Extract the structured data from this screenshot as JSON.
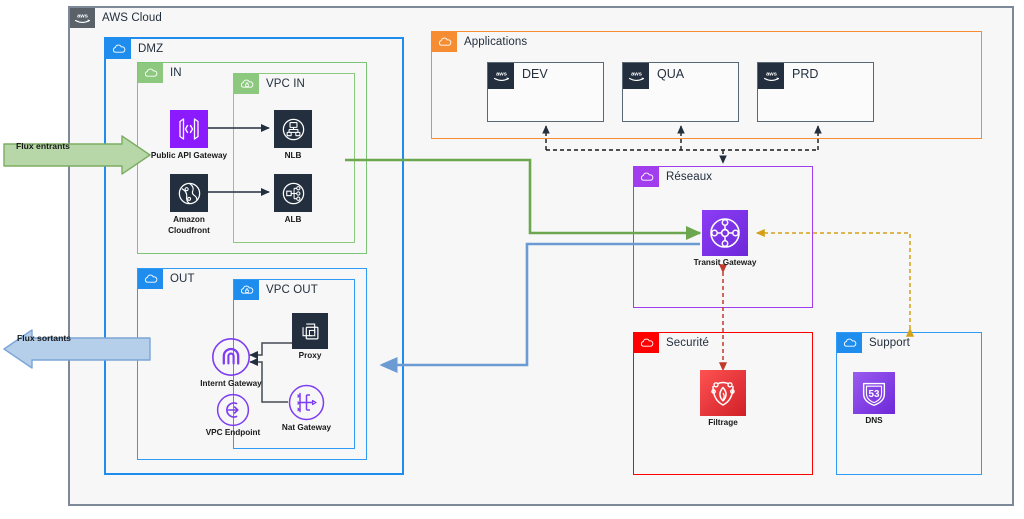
{
  "diagram": {
    "title": "AWS Cloud",
    "type": "aws-architecture-diagram"
  },
  "colors": {
    "aws_cloud_border": "#7d8998",
    "dmz_blue": "#1f8ded",
    "in_green": "#7cc576",
    "vpc_green": "#8cc97f",
    "applications_orange": "#f68d33",
    "reseaux_purple": "#a23dee",
    "securite_red": "#ff0000",
    "support_blue": "#2f9bf5",
    "flow_in_green": "#6ca74f",
    "flow_out_blue": "#6b9bd2",
    "dns_orange_dashed": "#d4a017",
    "filtrage_red_dashed": "#c0392b",
    "app_dashed_black": "#18191a"
  },
  "groups": {
    "aws_cloud": {
      "label": "AWS Cloud",
      "icon": "aws-logo-icon"
    },
    "dmz": {
      "label": "DMZ",
      "icon": "cloud-icon"
    },
    "in": {
      "label": "IN",
      "icon": "cloud-icon"
    },
    "vpc_in": {
      "label": "VPC IN",
      "icon": "vpc-cloud-icon"
    },
    "out": {
      "label": "OUT",
      "icon": "cloud-icon"
    },
    "vpc_out": {
      "label": "VPC OUT",
      "icon": "vpc-cloud-icon"
    },
    "applications": {
      "label": "Applications",
      "icon": "cloud-icon"
    },
    "reseaux": {
      "label": "Réseaux",
      "icon": "cloud-icon"
    },
    "securite": {
      "label": "Securité",
      "icon": "cloud-icon"
    },
    "support": {
      "label": "Support",
      "icon": "cloud-icon"
    }
  },
  "accounts": [
    {
      "name": "DEV",
      "icon": "aws-logo-icon"
    },
    {
      "name": "QUA",
      "icon": "aws-logo-icon"
    },
    {
      "name": "PRD",
      "icon": "aws-logo-icon"
    }
  ],
  "nodes": {
    "public_api_gateway": {
      "label": "Public API Gateway",
      "icon": "api-gateway-icon"
    },
    "amazon_cloudfront": {
      "label_line1": "Amazon",
      "label_line2": "Cloudfront",
      "icon": "cloudfront-icon"
    },
    "nlb": {
      "label": "NLB",
      "icon": "network-load-balancer-icon"
    },
    "alb": {
      "label": "ALB",
      "icon": "application-load-balancer-icon"
    },
    "internet_gateway": {
      "label": "Internt Gateway",
      "icon": "internet-gateway-icon"
    },
    "vpc_endpoint": {
      "label": "VPC Endpoint",
      "icon": "vpc-endpoint-icon"
    },
    "proxy": {
      "label": "Proxy",
      "icon": "proxy-appliance-icon"
    },
    "nat_gateway": {
      "label": "Nat Gateway",
      "icon": "nat-gateway-icon"
    },
    "transit_gateway": {
      "label": "Transit Gateway",
      "icon": "transit-gateway-icon"
    },
    "filtrage": {
      "label": "Filtrage",
      "icon": "network-firewall-icon"
    },
    "dns": {
      "label": "DNS",
      "icon": "route-53-icon"
    }
  },
  "flows": {
    "inbound": {
      "label": "Flux entrants",
      "direction": "right",
      "color": "#b7d7a8"
    },
    "outbound": {
      "label": "Flux sortants",
      "direction": "left",
      "color": "#b5cfeb"
    }
  }
}
